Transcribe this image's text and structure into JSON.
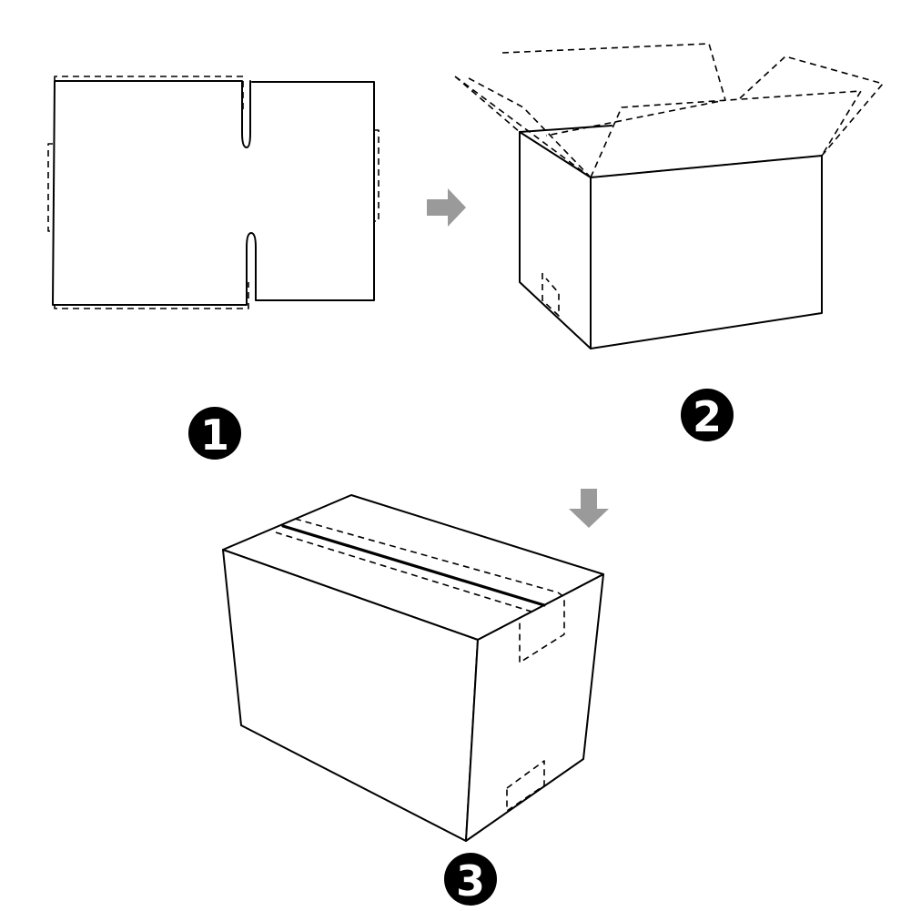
{
  "colors": {
    "line": "#000000",
    "arrow": "#9a9a9a",
    "badge_fill": "#000000",
    "badge_text": "#ffffff",
    "background": "#ffffff"
  },
  "steps": [
    {
      "number": "1",
      "stage": "flat-blank"
    },
    {
      "number": "2",
      "stage": "open-box"
    },
    {
      "number": "3",
      "stage": "taped-box"
    }
  ],
  "arrows": [
    {
      "direction": "right"
    },
    {
      "direction": "down"
    }
  ]
}
